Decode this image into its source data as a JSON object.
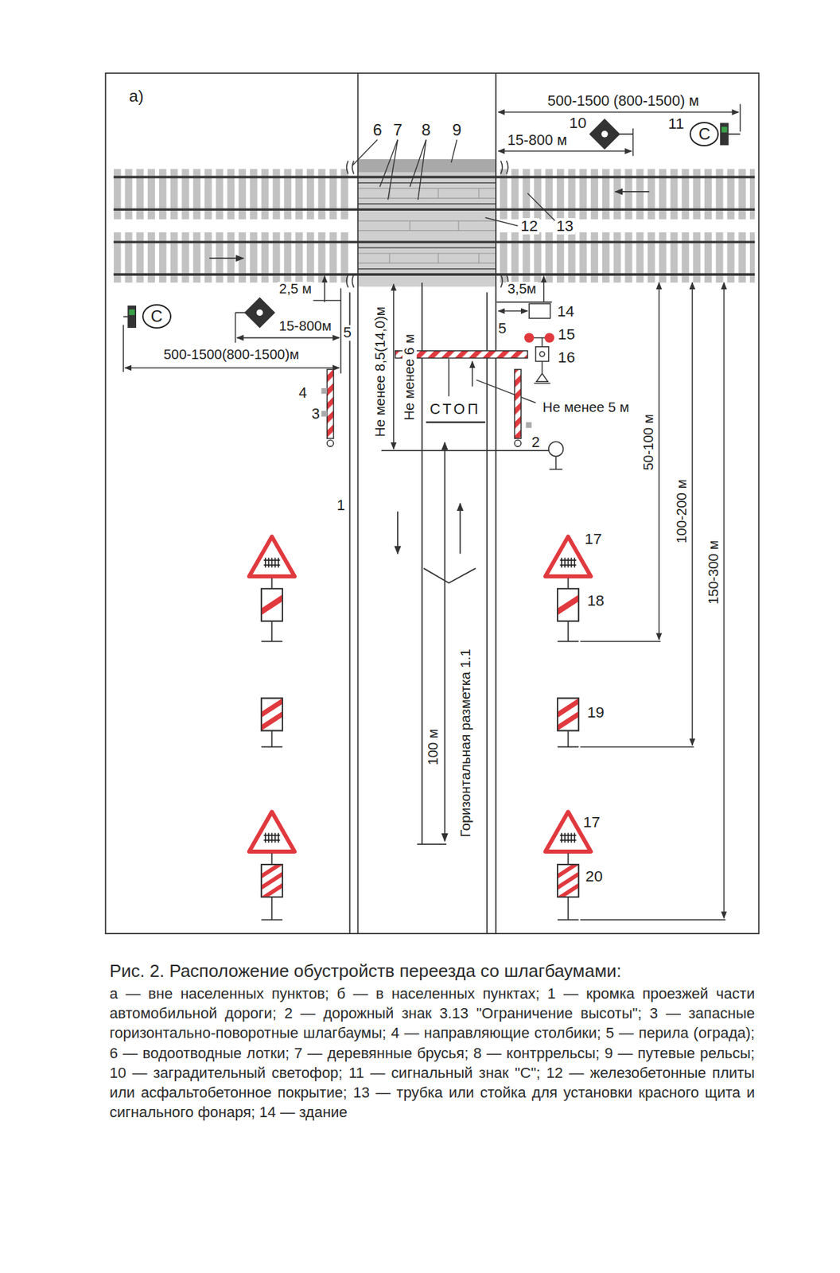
{
  "diagram": {
    "title": "Рис. 2. Расположение обустройств переезда со шлагбаумами:",
    "caption": "а — вне населенных пунктов; б — в населенных пунктах; 1 — кромка проезжей части автомобильной дороги; 2 — дорожный знак 3.13 \"Ограничение высоты\"; 3 — запасные горизонтально-поворотные шлагбаумы; 4 — направляющие столбики; 5 — перила (ограда); 6 — водоотводные лотки; 7 — деревянные брусья; 8 — контррельсы; 9 — путевые рельсы; 10 — заградительный светофор; 11 — сигнальный знак \"С\"; 12 — железобетонные плиты или асфальтобетонное покрытие; 13 — трубка или стойка для установки красного щита и сигнального фонаря; 14 — здание",
    "nodes": [
      {
        "text": [
          "С"
        ]
      },
      {
        "text": [
          "С"
        ]
      }
    ],
    "labels": [
      "а)",
      "500-1500 (800-1500) м",
      "6",
      "7",
      "8",
      "9",
      "10",
      "11",
      "15-800 м",
      "12",
      "13",
      "2,5 м",
      "3,5м",
      "14",
      "15-800м",
      "5",
      "5",
      "15",
      "500-1500(800-1500)м",
      "16",
      "4",
      "3",
      "Не менее 8,5(14,0)м",
      "Не менее 6 м",
      "СТОП",
      "Не менее 5 м",
      "2",
      "1",
      "50-100 м",
      "100-200 м",
      "150-300 м",
      "17",
      "18",
      "100 м",
      "19",
      "Горизонтальная разметка 1.1",
      "17",
      "20"
    ]
  }
}
